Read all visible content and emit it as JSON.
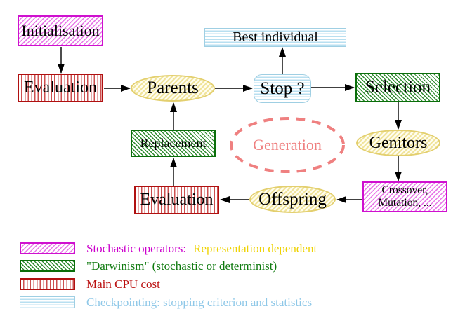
{
  "diagram": {
    "nodes": {
      "initialisation": "Initialisation",
      "evaluation_top": "Evaluation",
      "parents": "Parents",
      "best_individual": "Best individual",
      "stop": "Stop ?",
      "selection": "Selection",
      "genitors": "Genitors",
      "crossover_line1": "Crossover,",
      "crossover_line2": "Mutation, ...",
      "offspring": "Offspring",
      "evaluation_bottom": "Evaluation",
      "replacement": "Replacement",
      "generation": "Generation"
    },
    "edges": [
      {
        "from": "initialisation",
        "to": "evaluation_top"
      },
      {
        "from": "evaluation_top",
        "to": "parents"
      },
      {
        "from": "parents",
        "to": "stop"
      },
      {
        "from": "stop",
        "to": "best_individual"
      },
      {
        "from": "stop",
        "to": "selection"
      },
      {
        "from": "selection",
        "to": "genitors"
      },
      {
        "from": "genitors",
        "to": "crossover_mutation"
      },
      {
        "from": "crossover_mutation",
        "to": "offspring"
      },
      {
        "from": "offspring",
        "to": "evaluation_bottom"
      },
      {
        "from": "evaluation_bottom",
        "to": "replacement"
      },
      {
        "from": "replacement",
        "to": "parents"
      }
    ],
    "colors": {
      "magenta_border": "#cf10cf",
      "green_border": "#0a6e0a",
      "red_border": "#b01010",
      "cyan_border": "#9fcfe3",
      "yellow_border": "#e3cf6e",
      "salmon_dashed": "#ef8080",
      "arrow": "#000000"
    }
  },
  "legend": {
    "rows": [
      {
        "swatch": "magenta-hatch",
        "text_primary": "Stochastic operators:",
        "text_secondary": "Representation dependent"
      },
      {
        "swatch": "green-hatch",
        "text_primary": "\"Darwinism\" (stochastic or determinist)"
      },
      {
        "swatch": "red-stripes",
        "text_primary": "Main CPU cost"
      },
      {
        "swatch": "cyan-stripes",
        "text_primary": "Checkpointing: stopping criterion and statistics"
      }
    ]
  }
}
